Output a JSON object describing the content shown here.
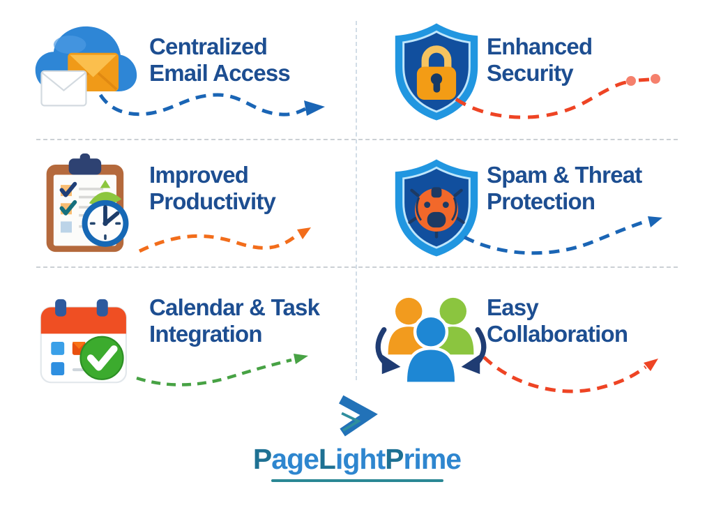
{
  "features": [
    {
      "title_line1": "Centralized",
      "title_line2": "Email Access",
      "icon": "cloud-email-icon",
      "arrow_color": "#1a65b5"
    },
    {
      "title_line1": "Enhanced",
      "title_line2": "Security",
      "icon": "shield-lock-icon",
      "arrow_color": "#ee4424",
      "dots_color": "#f5806c"
    },
    {
      "title_line1": "Improved",
      "title_line2": "Productivity",
      "icon": "clipboard-clock-icon",
      "arrow_color": "#f26d1b"
    },
    {
      "title_line1": "Spam & Threat",
      "title_line2": "Protection",
      "icon": "shield-bug-icon",
      "arrow_color": "#1a65b5"
    },
    {
      "title_line1": "Calendar & Task",
      "title_line2": "Integration",
      "icon": "calendar-check-icon",
      "arrow_color": "#47a244"
    },
    {
      "title_line1": "Easy",
      "title_line2": "Collaboration",
      "icon": "people-icon",
      "arrow_color": "#ee4424"
    }
  ],
  "logo": {
    "name": "PageLightPrime",
    "segments": [
      {
        "text": "P",
        "color": "#1e7193"
      },
      {
        "text": "age",
        "color": "#2e86cf"
      },
      {
        "text": "L",
        "color": "#1e7193"
      },
      {
        "text": "ight",
        "color": "#2e86cf"
      },
      {
        "text": "P",
        "color": "#1e7193"
      },
      {
        "text": "rime",
        "color": "#2e86cf"
      }
    ],
    "underline_color": "#2a8794",
    "mark_blue": "#2272b8",
    "mark_teal": "#2f8e9e"
  },
  "colors": {
    "title_text": "#1d4e91",
    "horizontal_divider": "#cbd0d5",
    "vertical_divider": "#c9d6e2",
    "background": "#ffffff"
  }
}
